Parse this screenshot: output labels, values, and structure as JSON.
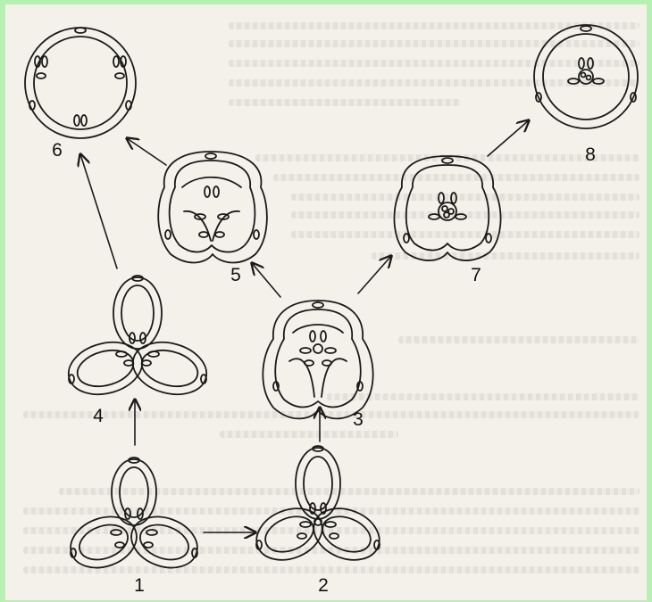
{
  "diagram": {
    "stages": [
      {
        "id": "1",
        "label": "1"
      },
      {
        "id": "2",
        "label": "2"
      },
      {
        "id": "3",
        "label": "3"
      },
      {
        "id": "4",
        "label": "4"
      },
      {
        "id": "5",
        "label": "5"
      },
      {
        "id": "6",
        "label": "6"
      },
      {
        "id": "7",
        "label": "7"
      },
      {
        "id": "8",
        "label": "8"
      }
    ],
    "arrows": [
      {
        "from": "1",
        "to": "4"
      },
      {
        "from": "1",
        "to": "2"
      },
      {
        "from": "2",
        "to": "3"
      },
      {
        "from": "4",
        "to": "6"
      },
      {
        "from": "3",
        "to": "5"
      },
      {
        "from": "3",
        "to": "7"
      },
      {
        "from": "5",
        "to": "6"
      },
      {
        "from": "7",
        "to": "8"
      }
    ]
  },
  "colors": {
    "frame": "#b8f0b4",
    "paper": "#f4f1ea",
    "ink": "#1a1a1a"
  }
}
